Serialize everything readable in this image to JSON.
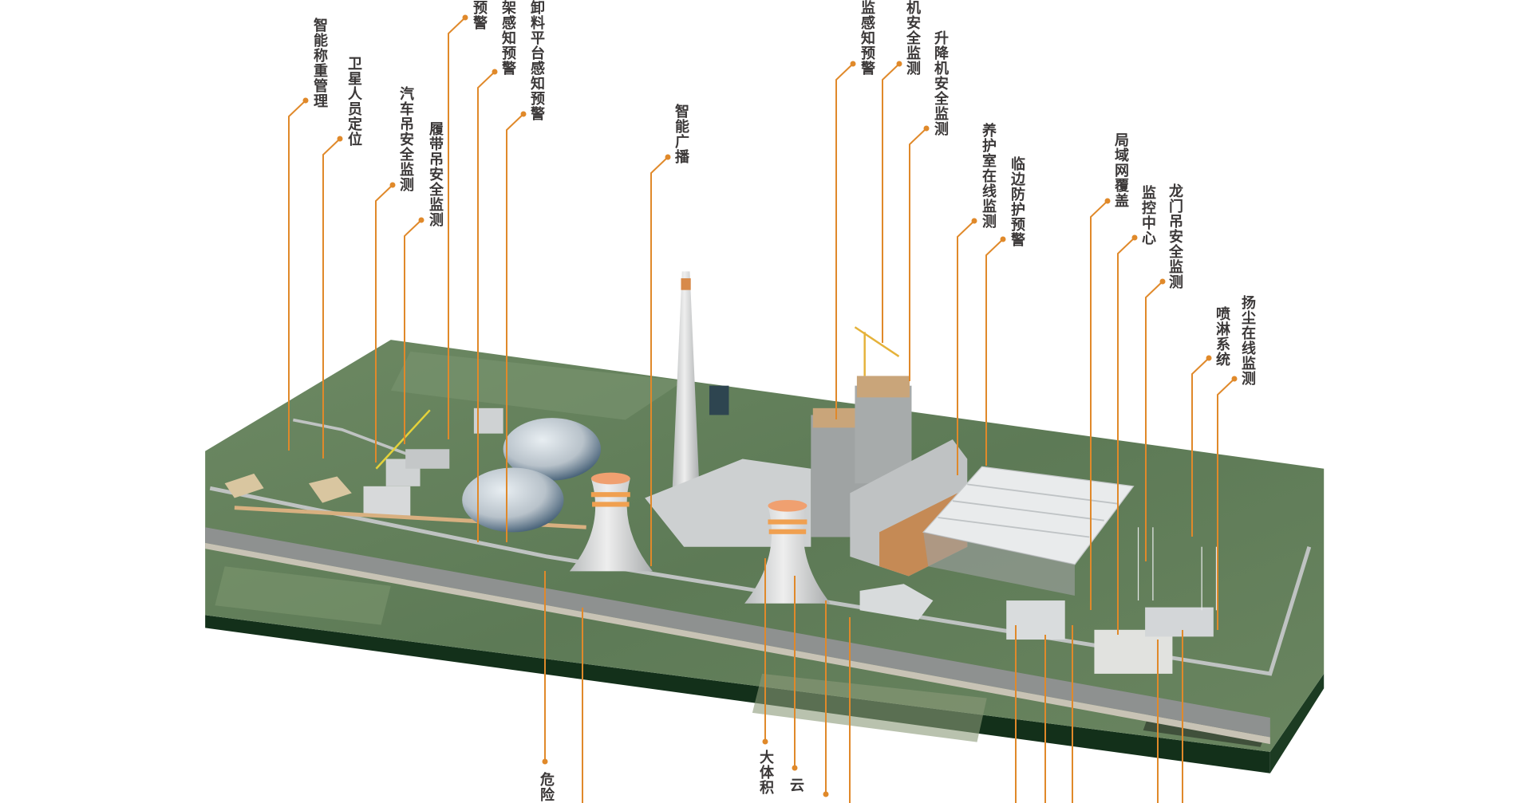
{
  "colors": {
    "leader": "#e0892a",
    "label": "#3b3838",
    "ground": "#5f7a55",
    "slab": "#13301a"
  },
  "labels": {
    "smart_weighing": "智能称重管理",
    "satellite_positioning": "卫星人员定位",
    "truck_crane": "汽车吊安全监测",
    "crawler_crane": "履带吊安全监测",
    "warning_top": "预警",
    "scaffold_warning": "架感知预警",
    "unloading_platform": "卸料平台感知预警",
    "smart_broadcast": "智能广播",
    "monitor_warning": "监感知预警",
    "machine_safety": "机安全监测",
    "elevator_safety": "升降机安全监测",
    "curing_room": "养护室在线监测",
    "edge_protection": "临边防护预警",
    "lan_coverage": "局域网覆盖",
    "monitoring_center": "监控中心",
    "gantry_crane": "龙门吊安全监测",
    "spray_system": "喷淋系统",
    "dust_monitoring": "扬尘在线监测",
    "danger_bottom": "危险",
    "mass_concrete_bottom": "大体积",
    "cloud_bottom": "云"
  }
}
